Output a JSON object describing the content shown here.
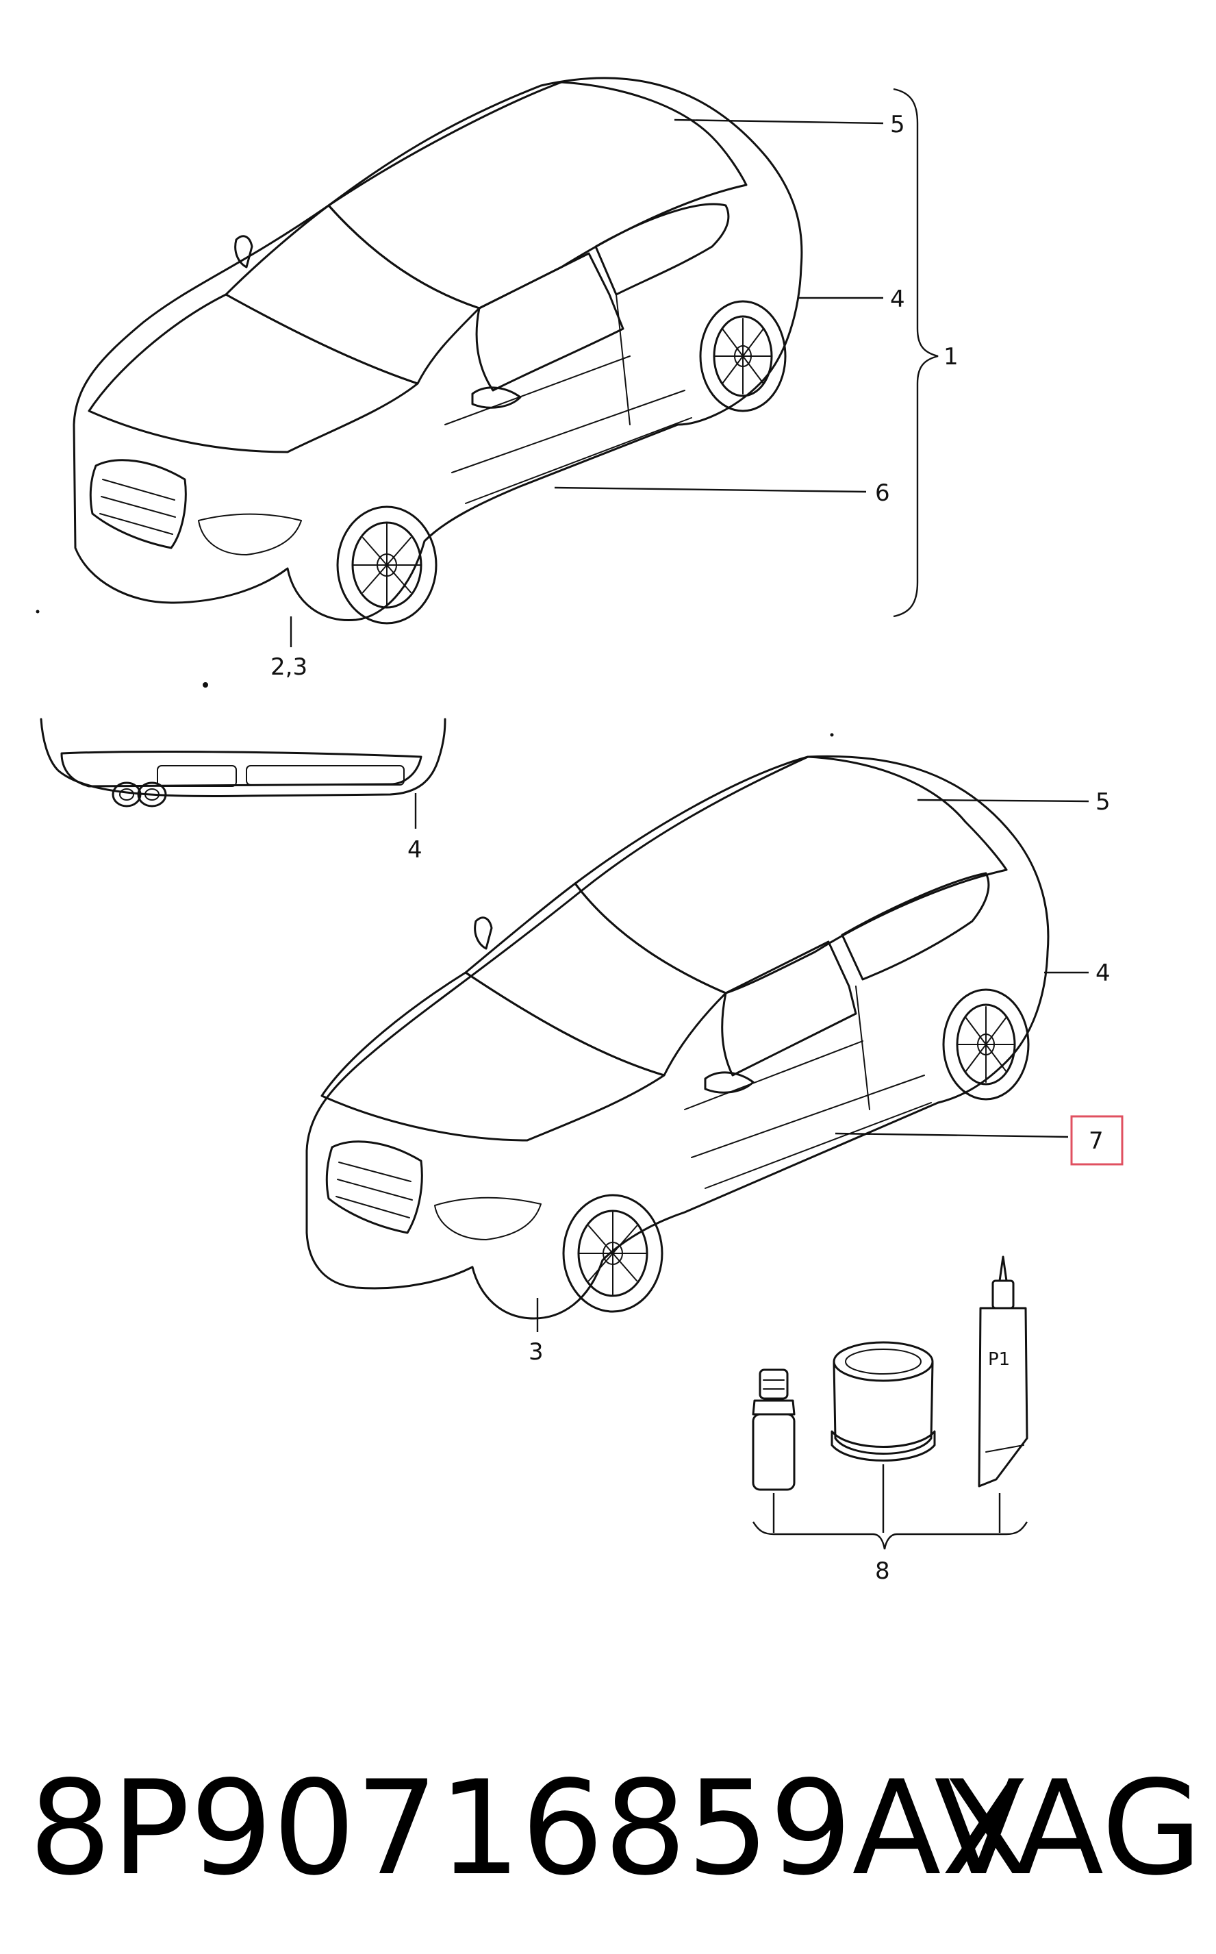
{
  "diagram": {
    "callouts_top": {
      "roof": "5",
      "rear_bumper": "4",
      "group": "1",
      "sill": "6",
      "front_bumper": "2,3"
    },
    "callout_rear_detail": "4",
    "callouts_bottom": {
      "roof": "5",
      "rear_bumper": "4",
      "sill": "7",
      "front_bumper": "3"
    },
    "callout_kit": "8",
    "tube_label": "P1",
    "highlight_color": "#e05060"
  },
  "caption": {
    "part_number": "8P90716859AX",
    "brand": "VAG"
  }
}
